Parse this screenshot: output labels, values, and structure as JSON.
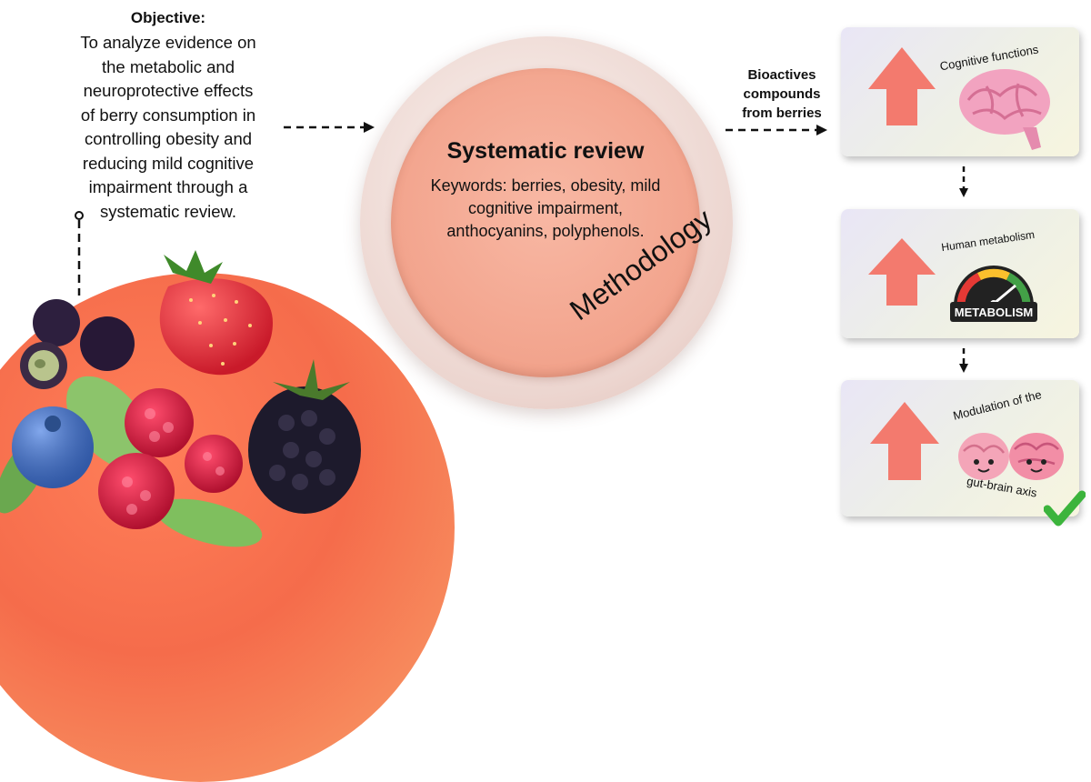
{
  "objective": {
    "title": "Objective:",
    "lines": [
      "To analyze evidence on",
      "the metabolic and",
      "neuroprotective effects",
      "of berry consumption in",
      "controlling obesity and",
      "reducing mild cognitive",
      "impairment through a",
      "systematic review."
    ]
  },
  "review": {
    "title": "Systematic review",
    "keywords_lines": [
      "Keywords: berries, obesity, mild",
      "cognitive impairment,",
      "anthocyanins, polyphenols."
    ],
    "methodology_label": "Methodology"
  },
  "bioactives": {
    "lines": [
      "Bioactives",
      "compounds",
      "from berries"
    ]
  },
  "outcomes": [
    {
      "label": "Cognitive functions",
      "icon": "brain-icon"
    },
    {
      "label": "Human metabolism",
      "icon": "metabolism-gauge-icon",
      "gauge_text": "METABOLISM"
    },
    {
      "label_top": "Modulation of the",
      "label_bottom": "gut-brain axis",
      "icon": "gut-brain-icon"
    }
  ],
  "colors": {
    "arrow": "#f37a6e",
    "check": "#3cb43c",
    "arc": "#f56c4b"
  }
}
